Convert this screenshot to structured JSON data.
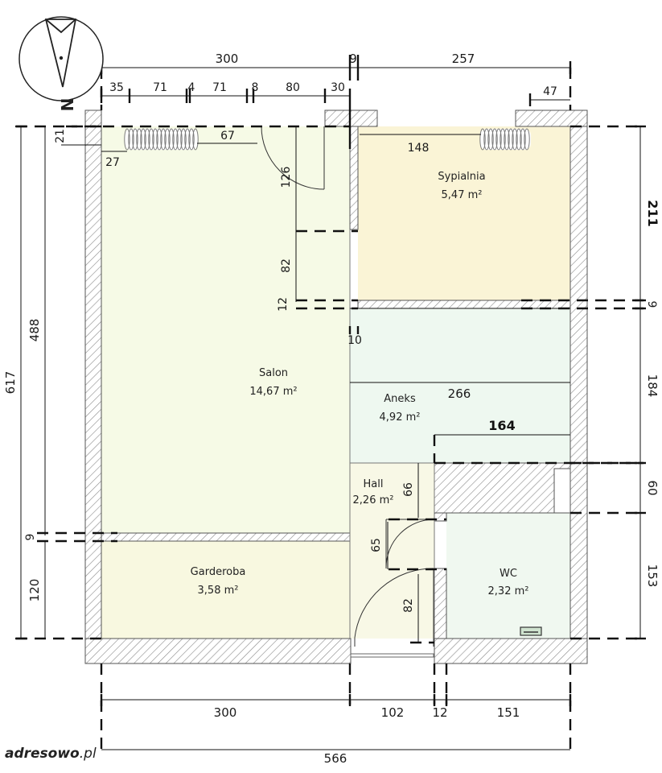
{
  "rooms": {
    "salon": {
      "name": "Salon",
      "area": "14,67 m²"
    },
    "sypialnia": {
      "name": "Sypialnia",
      "area": "5,47 m²"
    },
    "aneks": {
      "name": "Aneks",
      "area": "4,92 m²"
    },
    "hall": {
      "name": "Hall",
      "area": "2,26 m²"
    },
    "garderoba": {
      "name": "Garderoba",
      "area": "3,58 m²"
    },
    "wc": {
      "name": "WC",
      "area": "2,32 m²"
    }
  },
  "dimensions": {
    "top_left_total": "300",
    "top_wall": "9",
    "top_right_total": "257",
    "top_35": "35",
    "top_71a": "71",
    "top_4": "4",
    "top_71b": "71",
    "top_8": "8",
    "top_80": "80",
    "top_30": "30",
    "top_47": "47",
    "radiator_67": "67",
    "radiator_148": "148",
    "left_21": "21",
    "left_27": "27",
    "door_126": "126",
    "span_82_upper": "82",
    "wall_12": "12",
    "wall_10": "10",
    "aneks_266": "266",
    "aneks_164": "164",
    "hall_66": "66",
    "hall_65": "65",
    "hall_82": "82",
    "left_617": "617",
    "left_488": "488",
    "left_9": "9",
    "left_120": "120",
    "right_211": "211",
    "right_9": "9",
    "right_184": "184",
    "right_60": "60",
    "right_153": "153",
    "bottom_300": "300",
    "bottom_102": "102",
    "bottom_12": "12",
    "bottom_151": "151",
    "bottom_566": "566"
  },
  "compass": {
    "label": "N"
  },
  "logo": {
    "brand": "adresowo",
    "tld": ".pl"
  },
  "colors": {
    "salon": "#f6fae6",
    "sypialnia": "#faf4d6",
    "aneks": "#eef8f0",
    "hall": "#f8f8e6",
    "garderoba": "#f8f8e0",
    "wc": "#f0f8f0"
  }
}
